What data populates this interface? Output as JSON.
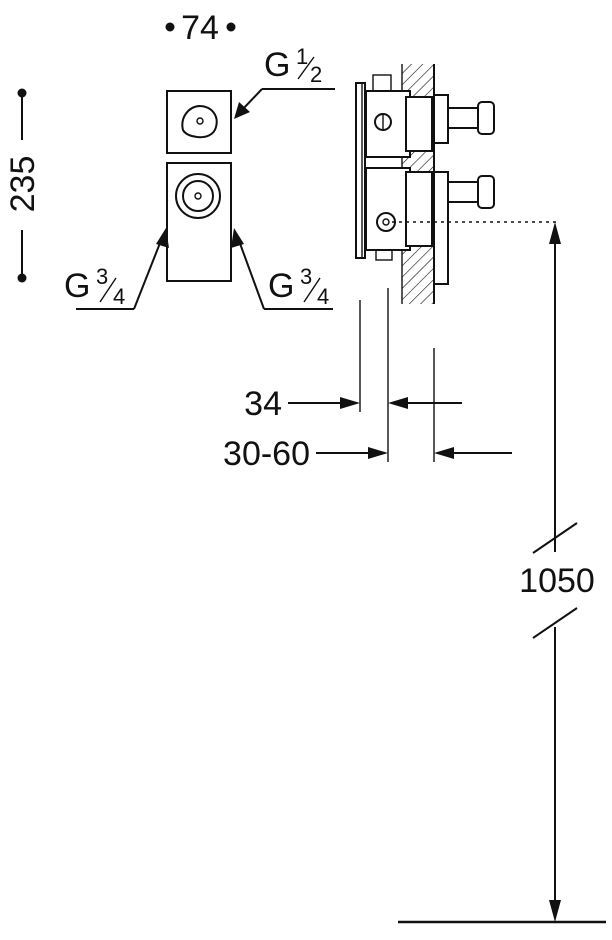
{
  "dimensions": {
    "width_label": "74",
    "height_label": "235",
    "depth_label": "34",
    "wall_range_label": "30-60",
    "floor_height_label": "1050"
  },
  "connections": {
    "top_prefix": "G",
    "top_num": "1",
    "top_den": "2",
    "bottom_left_prefix": "G",
    "bottom_left_num": "3",
    "bottom_left_den": "4",
    "bottom_right_prefix": "G",
    "bottom_right_num": "3",
    "bottom_right_den": "4"
  }
}
